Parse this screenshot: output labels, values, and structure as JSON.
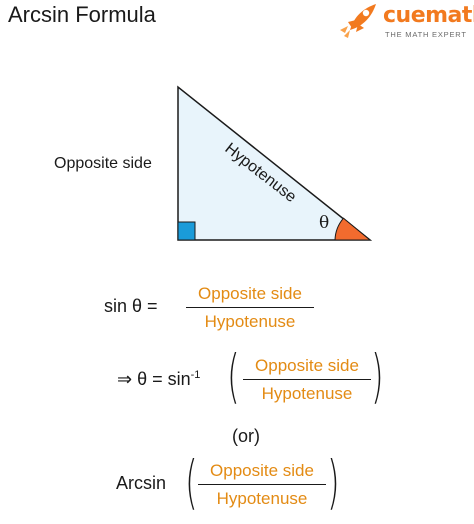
{
  "title": "Arcsin Formula",
  "logo": {
    "brand": "cuemath",
    "tagline": "THE MATH EXPERT",
    "icon": "rocket-icon",
    "color": "#f27a1f"
  },
  "diagram": {
    "opposite_label": "Opposite side",
    "hypotenuse_label": "Hypotenuse",
    "angle_label": "θ",
    "fill_color": "#e8f4fb",
    "right_angle_color": "#1a9bd9",
    "angle_color": "#f26b2e"
  },
  "formulas": {
    "line1_prefix": "sin θ  =",
    "line2_prefix": "⇒ θ  =  sin",
    "line2_sup": "-1",
    "or": "(or)",
    "line3_prefix": "Arcsin",
    "numerator": "Opposite side",
    "denominator": "Hypotenuse",
    "fraction_color": "#e38b14"
  }
}
